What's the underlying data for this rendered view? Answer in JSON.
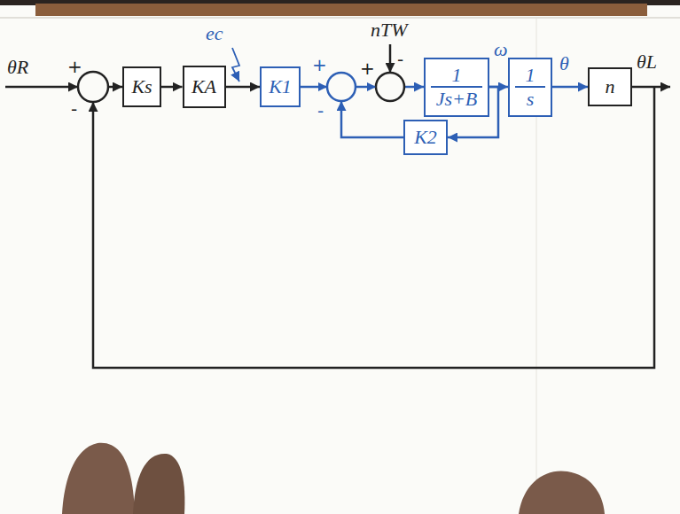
{
  "diagram": {
    "nodes": [
      {
        "text": [
          "Ks"
        ]
      },
      {
        "text": [
          "KA"
        ]
      },
      {
        "text": [
          "K1"
        ]
      },
      {
        "text": [
          "1",
          "Js+B"
        ]
      },
      {
        "text": [
          "1",
          "s"
        ]
      },
      {
        "text": [
          "K2"
        ]
      },
      {
        "text": [
          "n"
        ]
      }
    ],
    "edges": [
      {
        "from": 0,
        "to": 1,
        "arrow": "to"
      },
      {
        "from": 1,
        "to": 2,
        "arrow": "to"
      },
      {
        "from": 2,
        "to": 3,
        "arrow": "to"
      },
      {
        "from": 3,
        "to": 4,
        "arrow": "to"
      },
      {
        "from": 4,
        "to": 6,
        "arrow": "to"
      },
      {
        "from": 3,
        "to": 5,
        "arrow": "to"
      }
    ],
    "labels": [
      "θR",
      "+",
      "-",
      "ec",
      "+",
      "-",
      "nTW",
      "+",
      "-",
      "ω",
      "θ",
      "θL"
    ]
  }
}
